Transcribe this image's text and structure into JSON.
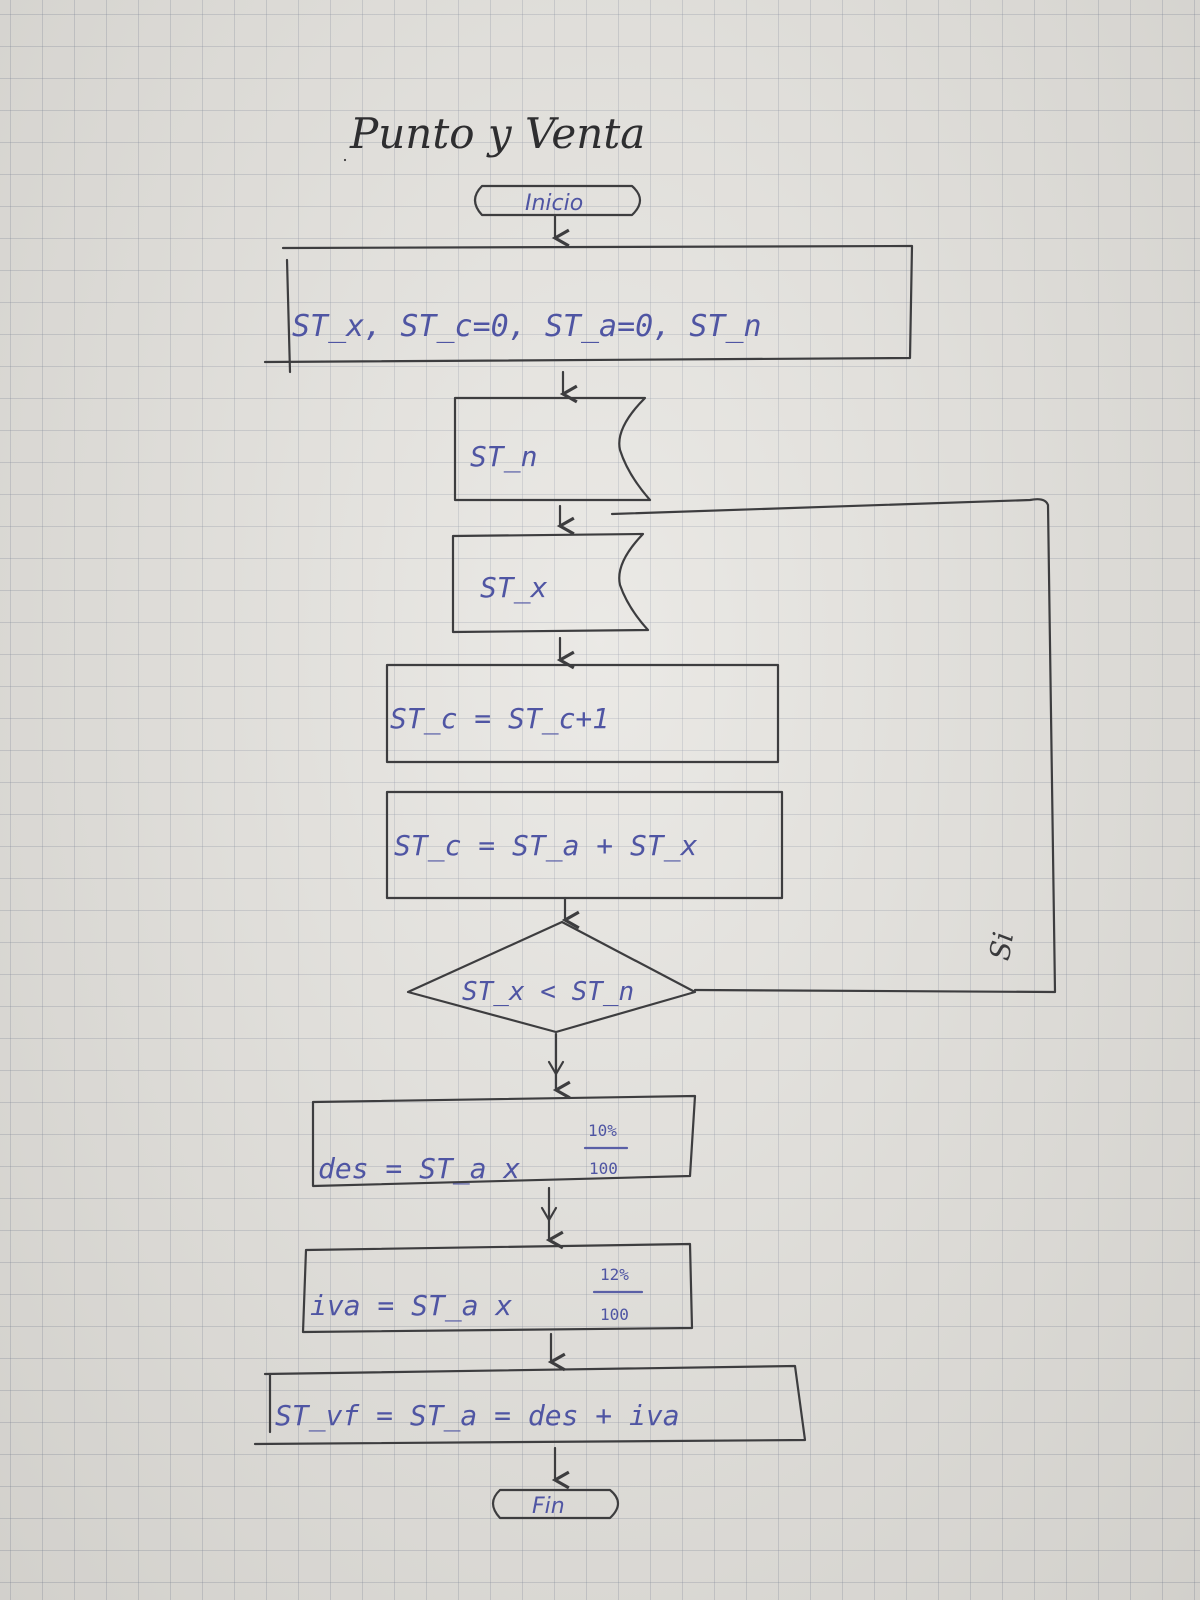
{
  "title": "Punto y Venta",
  "nodes": {
    "start": "Inicio",
    "declare": "ST_x, ST_c=0, ST_a=0, ST_n",
    "input_n": "ST_n",
    "input_x": "ST_x",
    "counter": "ST_c = ST_c+1",
    "accumulate": "ST_c = ST_a + ST_x",
    "decision": "ST_x < ST_n",
    "discount_lhs": "des = ST_a x",
    "discount_num": "10%",
    "discount_den": "100",
    "iva_lhs": "iva = ST_a x",
    "iva_num": "12%",
    "iva_den": "100",
    "final": "ST_vf = ST_a = des + iva",
    "end": "Fin"
  },
  "edges": {
    "loop_label": "Si"
  },
  "colors": {
    "pencil": "#3d3d3f",
    "blue_ink": "#4f55a3",
    "paper": "#e4e2dd"
  }
}
